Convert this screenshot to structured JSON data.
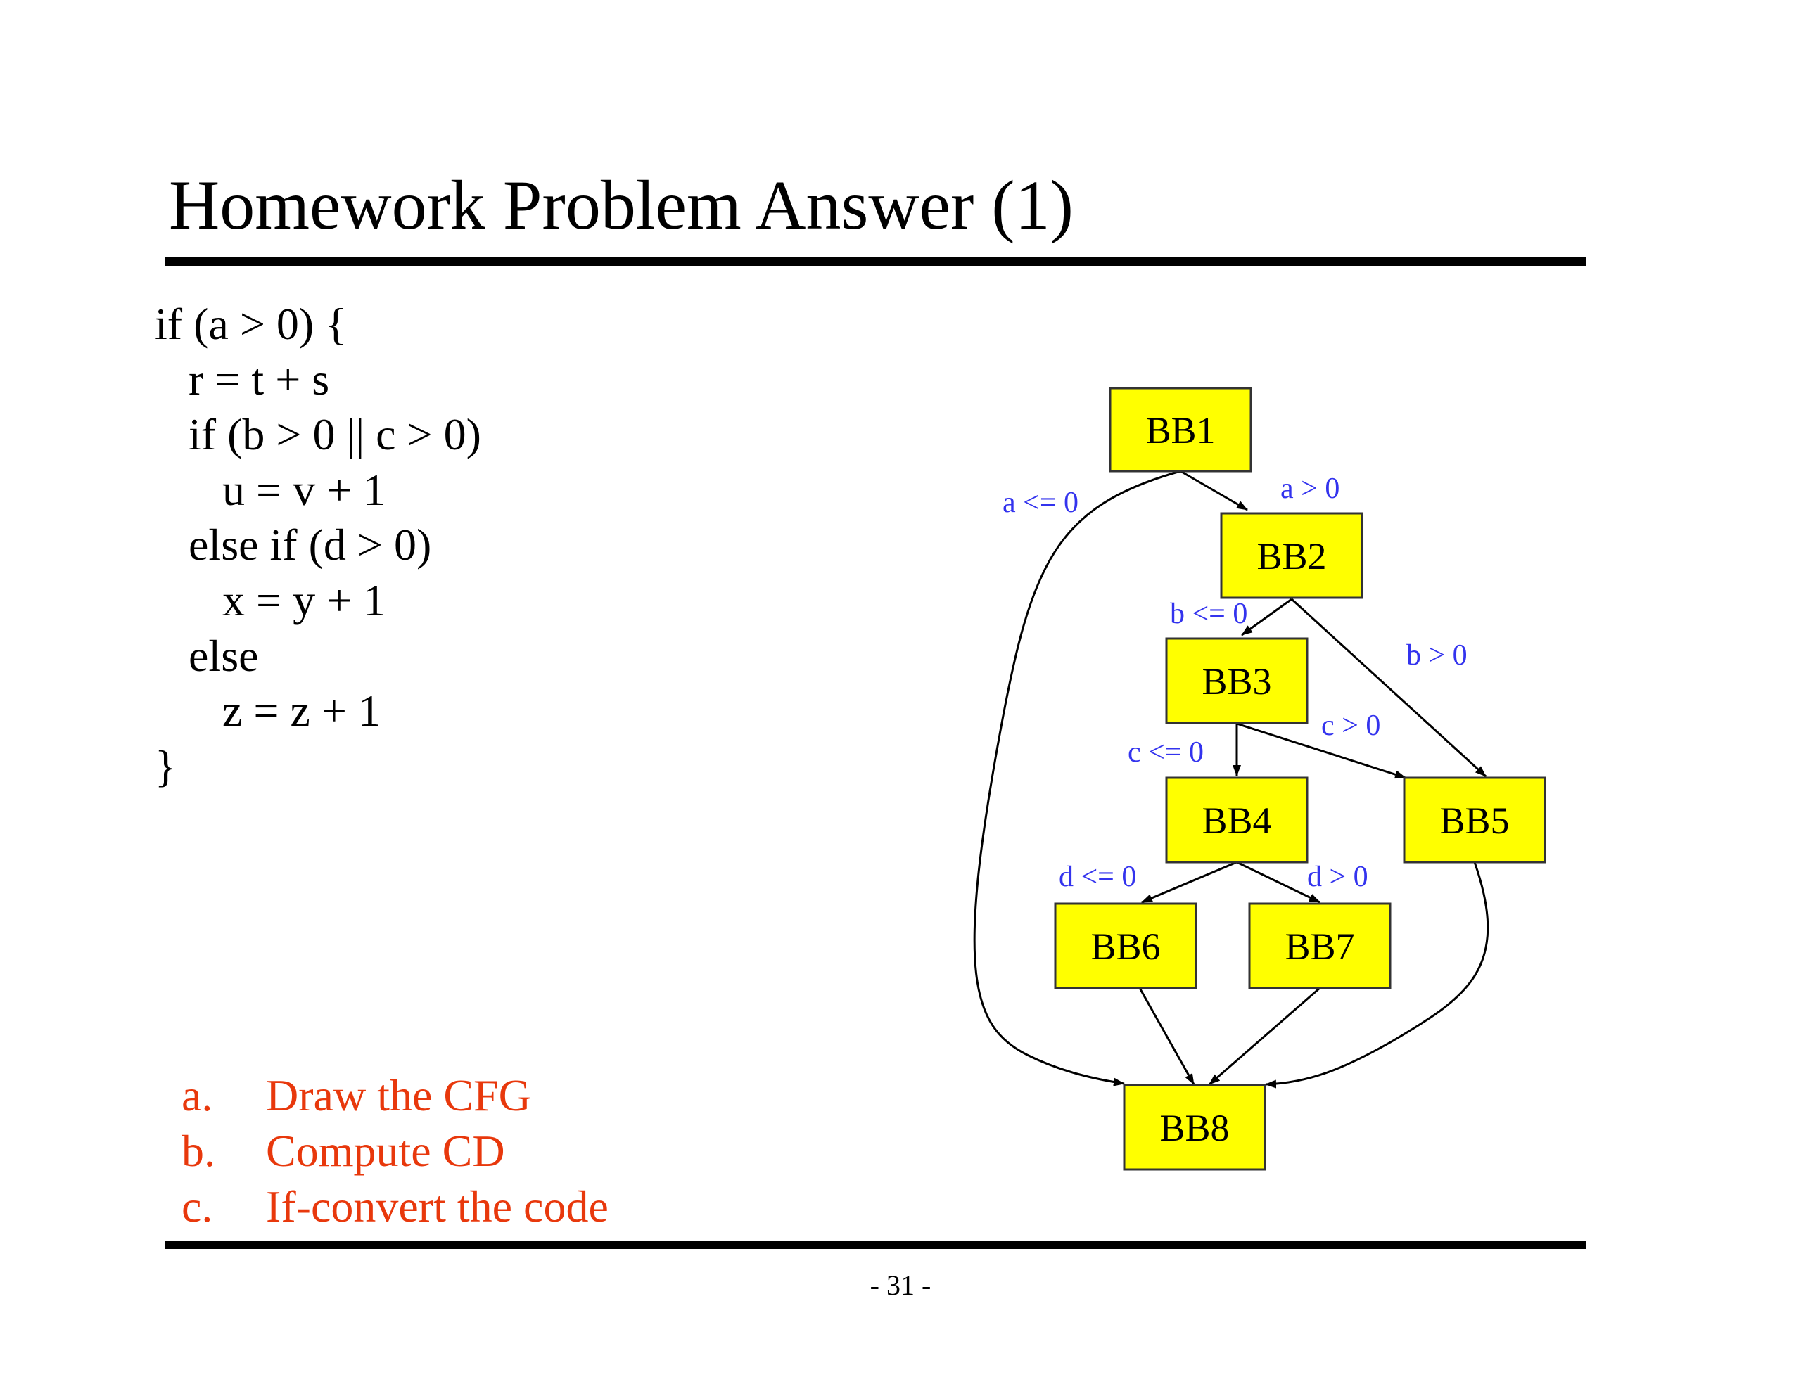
{
  "title": "Homework Problem Answer (1)",
  "code_lines": [
    "if (a > 0) {",
    "   r = t + s",
    "   if (b > 0 || c > 0)",
    "      u = v + 1",
    "   else if (d > 0)",
    "      x = y + 1",
    "   else",
    "      z = z + 1",
    "}"
  ],
  "tasks": [
    {
      "marker": "a.",
      "text": "Draw the CFG"
    },
    {
      "marker": "b.",
      "text": "Compute CD"
    },
    {
      "marker": "c.",
      "text": "If-convert the code"
    }
  ],
  "cfg": {
    "nodes": [
      "BB1",
      "BB2",
      "BB3",
      "BB4",
      "BB5",
      "BB6",
      "BB7",
      "BB8"
    ],
    "edges": [
      {
        "from": "BB1",
        "to": "BB2",
        "label": "a > 0"
      },
      {
        "from": "BB1",
        "to": "BB8",
        "label": "a <= 0"
      },
      {
        "from": "BB2",
        "to": "BB3",
        "label": "b <= 0"
      },
      {
        "from": "BB2",
        "to": "BB5",
        "label": "b > 0"
      },
      {
        "from": "BB3",
        "to": "BB4",
        "label": "c <= 0"
      },
      {
        "from": "BB3",
        "to": "BB5",
        "label": "c > 0"
      },
      {
        "from": "BB4",
        "to": "BB6",
        "label": "d <= 0"
      },
      {
        "from": "BB4",
        "to": "BB7",
        "label": "d > 0"
      },
      {
        "from": "BB5",
        "to": "BB8",
        "label": ""
      },
      {
        "from": "BB6",
        "to": "BB8",
        "label": ""
      },
      {
        "from": "BB7",
        "to": "BB8",
        "label": ""
      }
    ],
    "colors": {
      "node_fill": "#ffff00",
      "edge_label": "#3333ee",
      "task_text": "#e8380c"
    }
  },
  "page_number": "- 31 -"
}
